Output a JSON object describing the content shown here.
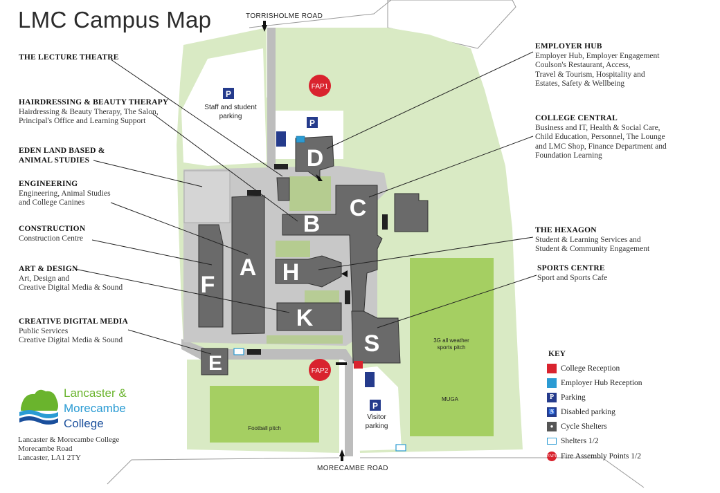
{
  "title": "LMC Campus Map",
  "roads": {
    "north": "TORRISHOLME ROAD",
    "south": "MORECAMBE ROAD"
  },
  "areas": {
    "staff_parking_1": "Staff and student",
    "staff_parking_2": "parking",
    "visitor_parking_1": "Visitor",
    "visitor_parking_2": "parking",
    "pitch_3g_1": "3G all weather",
    "pitch_3g_2": "sports pitch",
    "muga": "MUGA",
    "football": "Football pitch",
    "fap1": "FAP1",
    "fap2": "FAP2",
    "parking_symbol": "P"
  },
  "buildings": {
    "A": "A",
    "B": "B",
    "C": "C",
    "D": "D",
    "E": "E",
    "F": "F",
    "H": "H",
    "K": "K",
    "S": "S"
  },
  "labels": {
    "lecture": {
      "heading": "THE LECTURE THEATRE"
    },
    "hair": {
      "heading": "HAIRDRESSING & BEAUTY THERAPY",
      "line1": "Hairdressing & Beauty Therapy, The Salon,",
      "line2": "Principal's Office and Learning Support"
    },
    "eden": {
      "heading1": "EDEN LAND BASED &",
      "heading2": "ANIMAL STUDIES"
    },
    "eng": {
      "heading": "ENGINEERING",
      "line1": "Engineering, Animal Studies",
      "line2": "and College Canines"
    },
    "cons": {
      "heading": "CONSTRUCTION",
      "line1": "Construction Centre"
    },
    "art": {
      "heading": "ART & DESIGN",
      "line1": "Art, Design and",
      "line2": "Creative Digital Media & Sound"
    },
    "cdm": {
      "heading": "CREATIVE DIGITAL MEDIA",
      "line1": "Public Services",
      "line2": "Creative Digital Media & Sound"
    },
    "emp": {
      "heading": "EMPLOYER HUB",
      "line1": "Employer Hub, Employer Engagement",
      "line2": "Coulson's Restaurant, Access,",
      "line3": "Travel & Tourism, Hospitality and",
      "line4": "Estates, Safety & Wellbeing"
    },
    "central": {
      "heading": "COLLEGE CENTRAL",
      "line1": "Business and IT, Health & Social Care,",
      "line2": "Child Education, Personnel, The Lounge",
      "line3": "and LMC Shop, Finance Department and",
      "line4": "Foundation Learning"
    },
    "hex": {
      "heading": "THE HEXAGON",
      "line1": "Student & Learning Services and",
      "line2": "Student & Community Engagement"
    },
    "sports": {
      "heading": "SPORTS CENTRE",
      "line1": "Sport and Sports Cafe"
    }
  },
  "key": {
    "title": "KEY",
    "items": [
      "College Reception",
      "Employer Hub Reception",
      "Parking",
      "Disabled parking",
      "Cycle Shelters",
      "Shelters 1/2",
      "Fire Assembly Points 1/2"
    ],
    "fap_symbol": "FAP1"
  },
  "logo": {
    "line1": "Lancaster &",
    "line2": "Morecambe",
    "line3": "College"
  },
  "address": {
    "line1": "Lancaster & Morecambe College",
    "line2": "Morecambe Road",
    "line3": "Lancaster, LA1 2TY"
  },
  "colors": {
    "grass": "#d9eac4",
    "pitch": "#a5cf62",
    "building": "#6a6a6a",
    "path": "#c8c8c8",
    "reception": "#d9232e",
    "employer_reception": "#2b9bd3",
    "parking": "#253b8c",
    "logo_green": "#6ab42d",
    "logo_blue": "#2a9bd3",
    "logo_navy": "#1a4f9c"
  }
}
